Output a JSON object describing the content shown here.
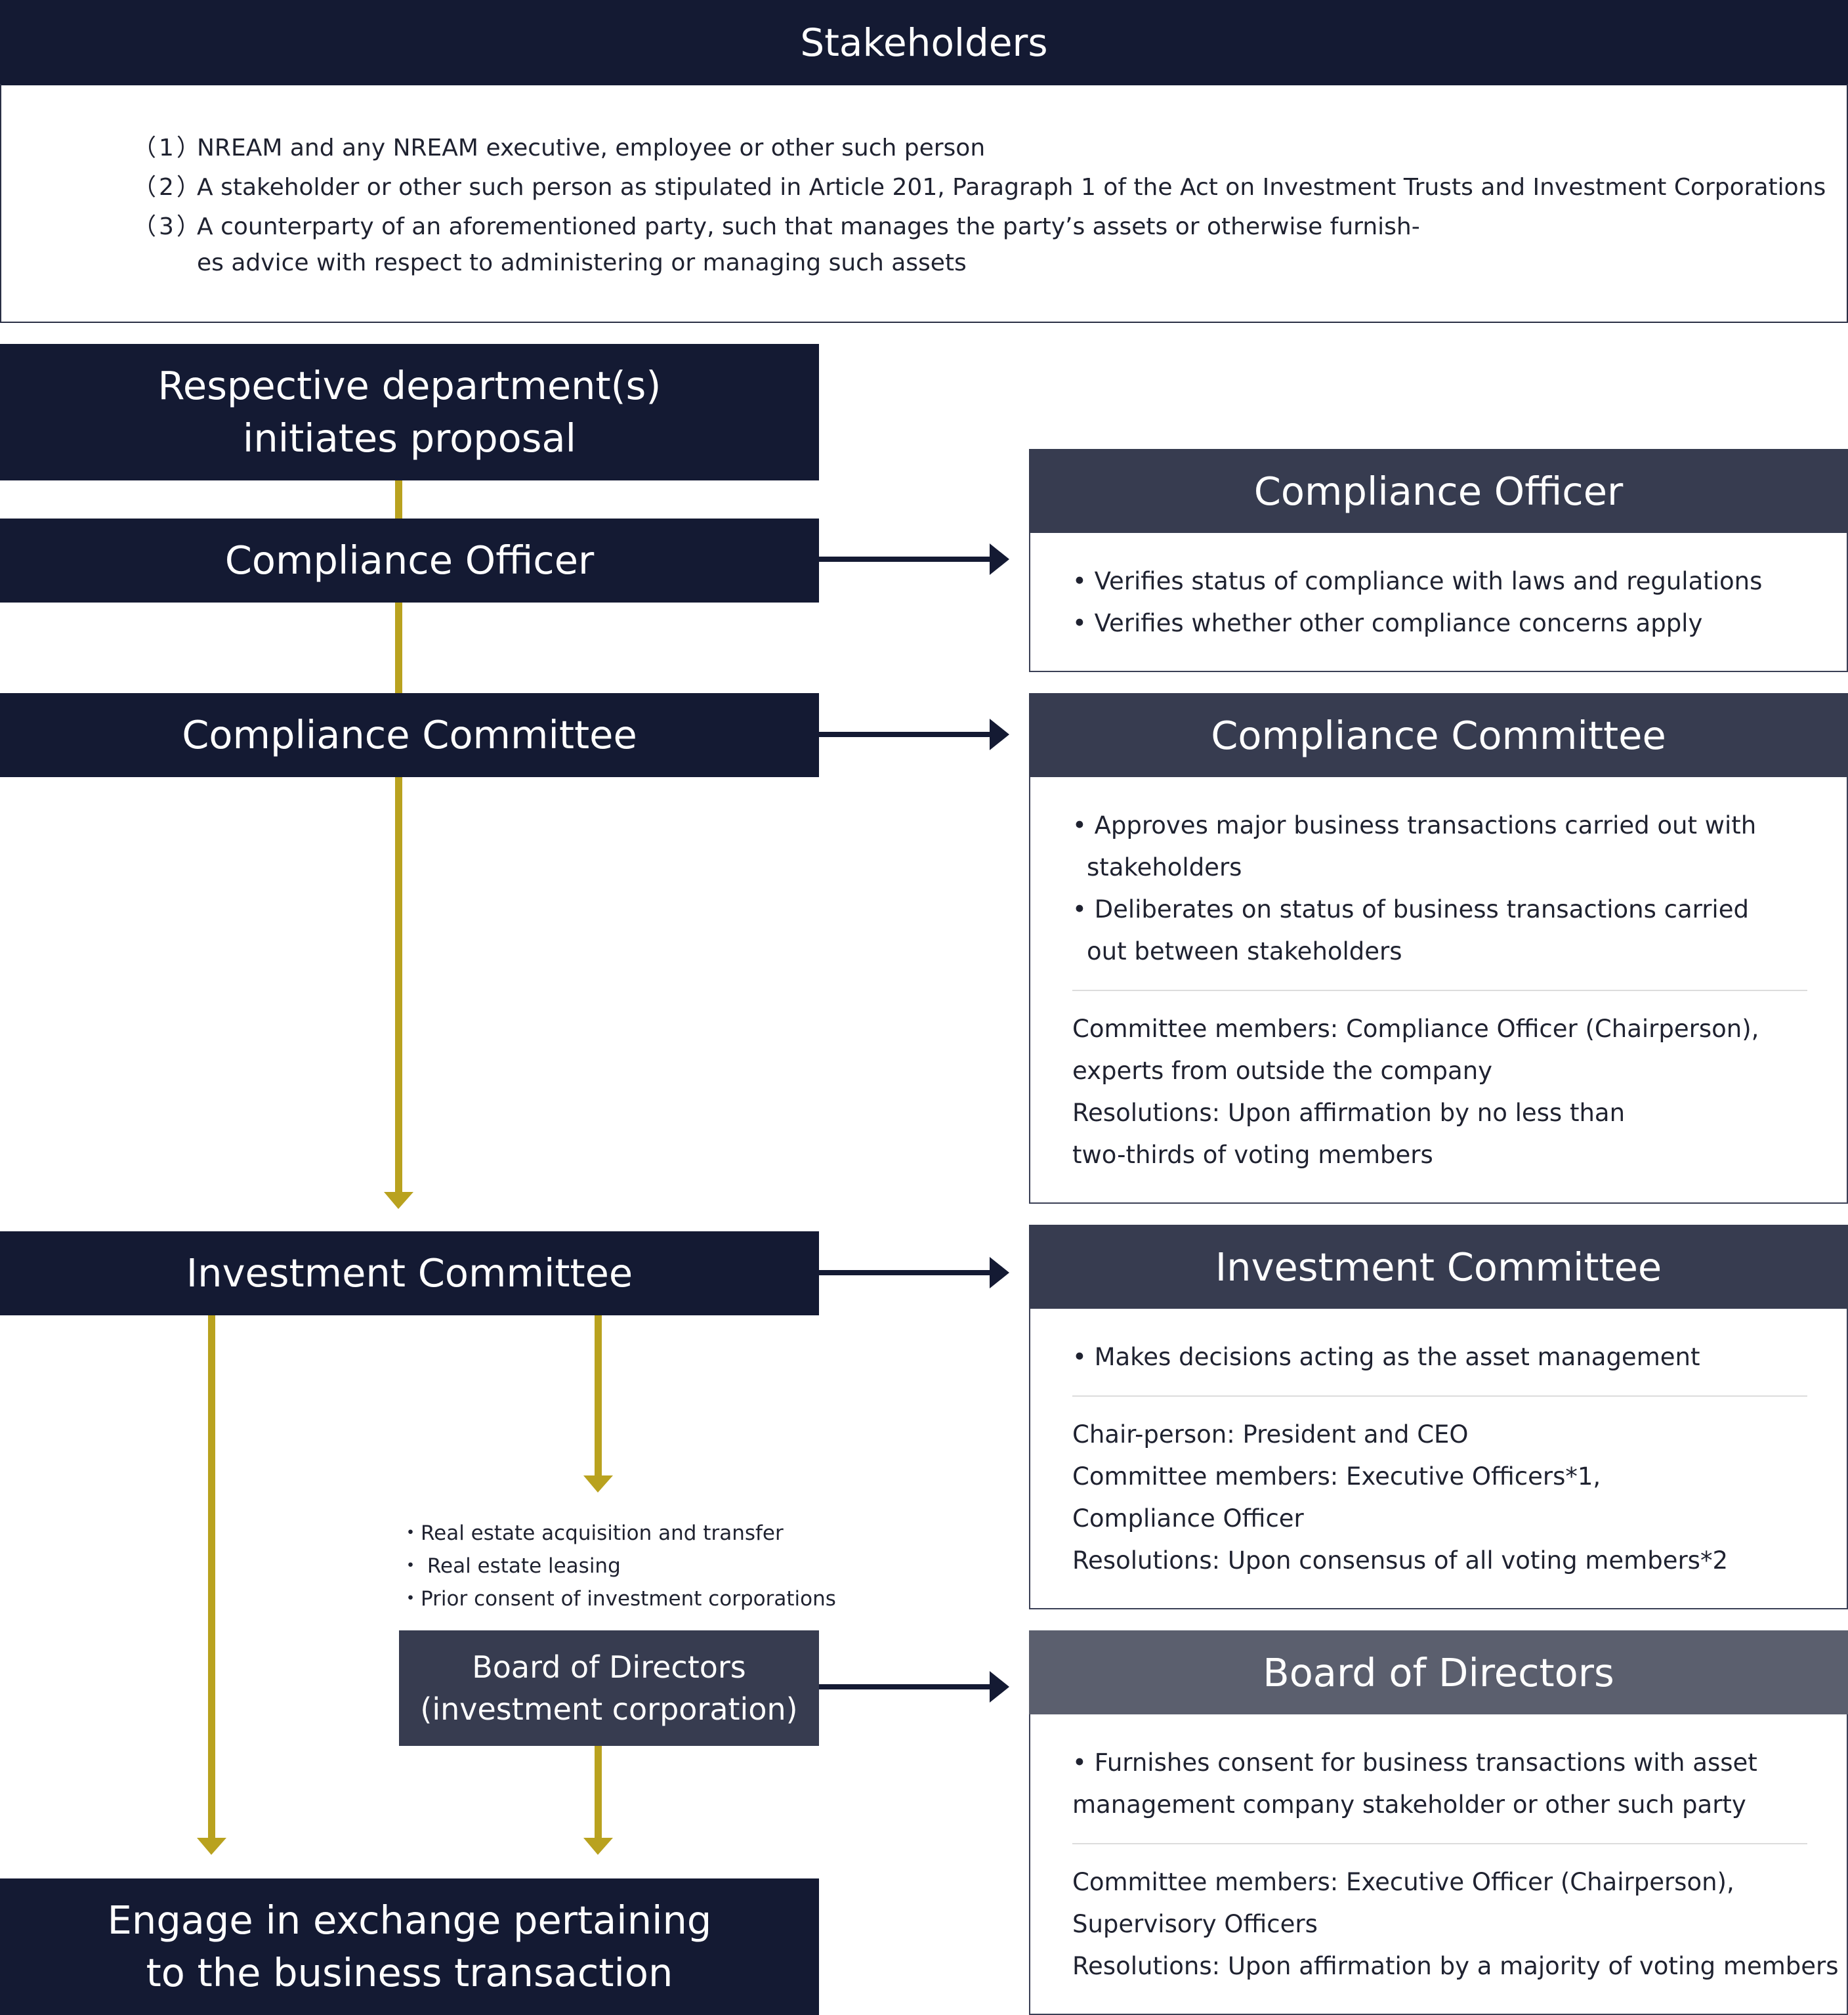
{
  "stakeholders": {
    "title": "Stakeholders",
    "items": [
      {
        "num": "（1）",
        "text": "NREAM and any NREAM executive, employee or other such person"
      },
      {
        "num": "（2）",
        "text": "A stakeholder or other such person as stipulated in Article 201, Paragraph 1 of the Act on Investment Trusts and Investment Corporations"
      },
      {
        "num": "（3）",
        "text": "A counterparty of an aforementioned party, such that manages the party’s assets or otherwise furnish-"
      }
    ],
    "item3_cont": "es advice with respect to administering or managing such assets"
  },
  "flow": {
    "proposal_line1": "Respective department(s)",
    "proposal_line2": "initiates proposal",
    "compliance_officer": "Compliance Officer",
    "compliance_committee": "Compliance Committee",
    "investment_committee": "Investment Committee",
    "board_line1": "Board of Directors",
    "board_line2": "(investment corporation)",
    "engage_line1": "Engage in exchange pertaining",
    "engage_line2": "to the business transaction",
    "matters": [
      "・Real estate acquisition and transfer",
      "・ Real estate leasing",
      "・Prior consent of investment corporations"
    ]
  },
  "panels": {
    "compliance_officer": {
      "title": "Compliance Officer",
      "lines": [
        "• Verifies status of compliance with laws and regulations",
        "• Verifies whether other compliance concerns apply"
      ]
    },
    "compliance_committee": {
      "title": "Compliance Committee",
      "lines": [
        "• Approves major business transactions carried out with",
        "stakeholders",
        "• Deliberates on status of business transactions carried",
        "out between stakeholders"
      ],
      "details": [
        "Committee members: Compliance Officer (Chairperson),",
        "experts from outside the company",
        "Resolutions: Upon affirmation by no less than",
        "two-thirds of voting members"
      ]
    },
    "investment_committee": {
      "title": "Investment Committee",
      "lines": [
        "• Makes decisions acting as the asset management"
      ],
      "details": [
        "Chair-person: President and CEO",
        "Committee members: Executive Officers*1,",
        "Compliance Officer",
        "Resolutions: Upon consensus of all voting members*2"
      ]
    },
    "board": {
      "title": "Board of Directors",
      "lines": [
        "• Furnishes consent for business transactions with asset",
        "management company stakeholder or other such party"
      ],
      "details": [
        "Committee members: Executive Officer (Chairperson),",
        "Supervisory Officers",
        "Resolutions: Upon affirmation by a majority of voting members"
      ]
    }
  },
  "colors": {
    "navy": "#141a33",
    "slate": "#373c50",
    "panel_grey": "#5b5f6e",
    "gold": "#b9a21f"
  }
}
